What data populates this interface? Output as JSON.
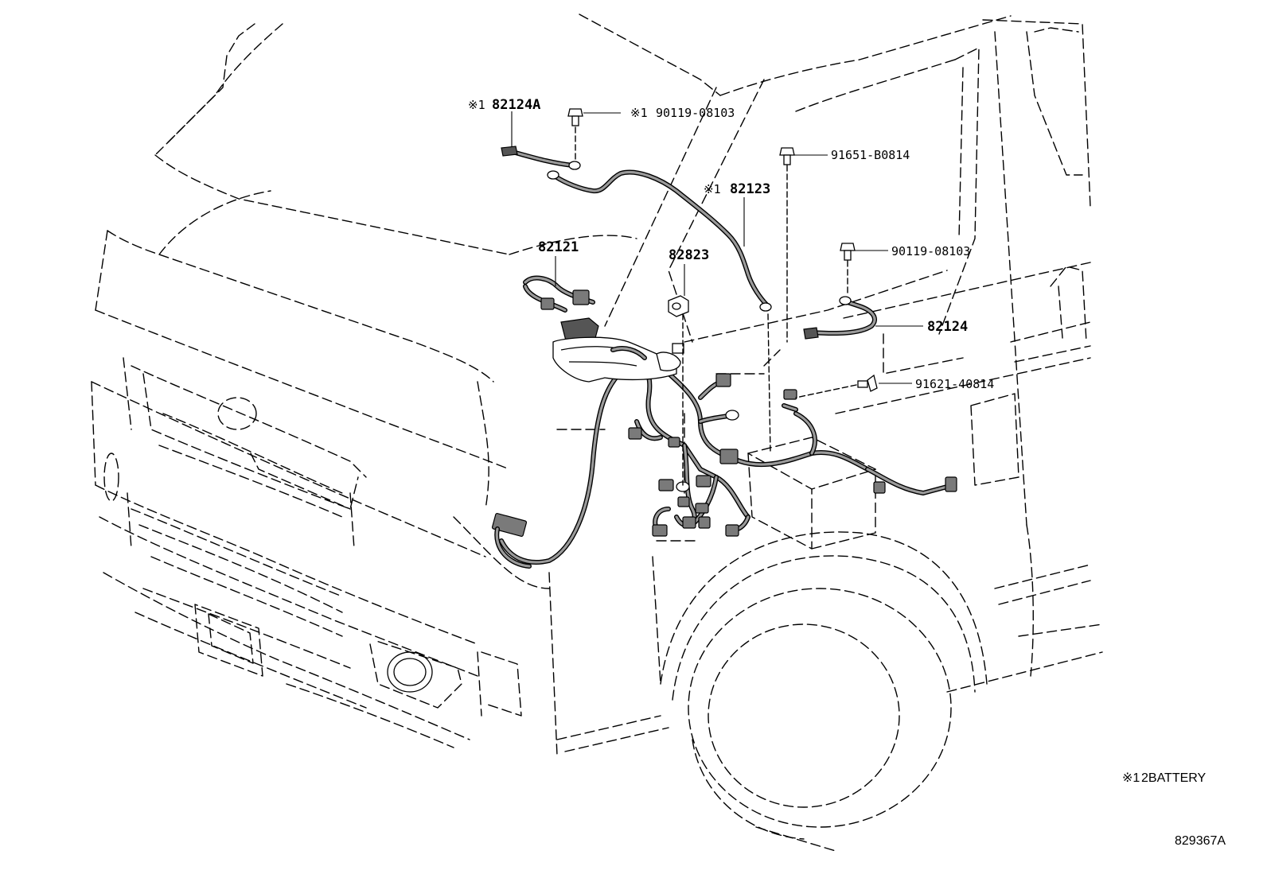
{
  "parts": {
    "p82124A": {
      "mark": "※1",
      "number": "82124A"
    },
    "p90119_top": {
      "mark": "※1",
      "number": "90119-08103"
    },
    "p91651": {
      "number": "91651-B0814"
    },
    "p82123": {
      "mark": "※1",
      "number": "82123"
    },
    "p82121": {
      "number": "82121"
    },
    "p82823": {
      "number": "82823"
    },
    "p90119_right": {
      "number": "90119-08103"
    },
    "p82124": {
      "number": "82124"
    },
    "p91621": {
      "number": "91621-40814"
    }
  },
  "footnote": {
    "mark": "※1",
    "text": "2BATTERY"
  },
  "diagram_id": "829367A"
}
